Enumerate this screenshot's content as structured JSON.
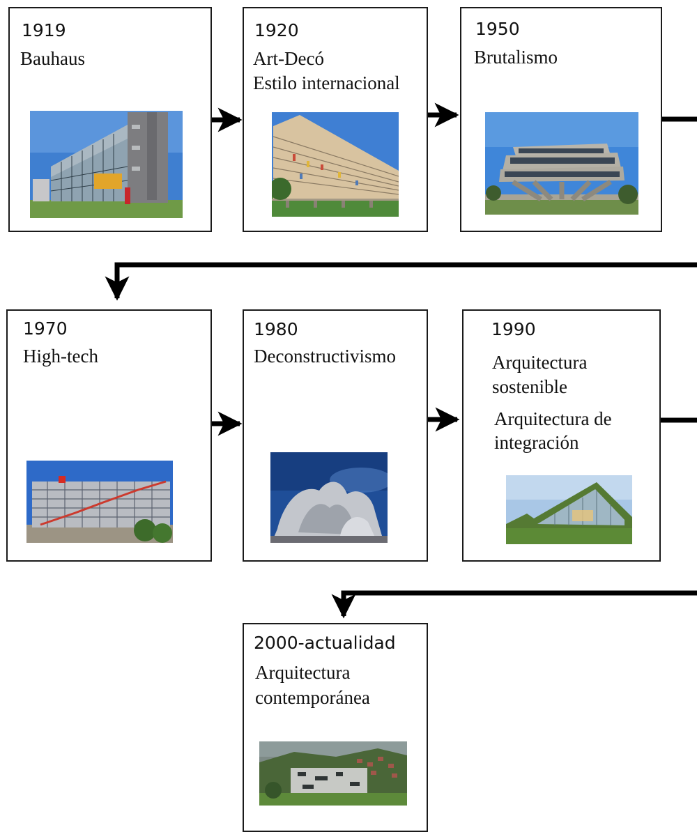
{
  "periods": [
    {
      "year": "1919",
      "styles": [
        "Bauhaus"
      ],
      "image": "bauhaus-building-photo"
    },
    {
      "year": "1920",
      "styles": [
        "Art-Decó",
        "Estilo internacional"
      ],
      "image": "unite-habitation-photo"
    },
    {
      "year": "1950",
      "styles": [
        "Brutalismo"
      ],
      "image": "geisel-library-photo"
    },
    {
      "year": "1970",
      "styles": [
        "High-tech"
      ],
      "image": "pompidou-centre-photo"
    },
    {
      "year": "1980",
      "styles": [
        "Deconstructivismo"
      ],
      "image": "disney-concert-hall-photo"
    },
    {
      "year": "1990",
      "styles": [
        "Arquitectura",
        "sostenible",
        "Arquitectura de",
        "integración"
      ],
      "image": "green-roof-building-photo"
    },
    {
      "year": "2000-actualidad",
      "styles": [
        "Arquitectura",
        "contemporánea"
      ],
      "image": "hillside-modern-building-photo"
    }
  ],
  "colors": {
    "line": "#000000",
    "border": "#1a1a1a",
    "text": "#111111"
  }
}
